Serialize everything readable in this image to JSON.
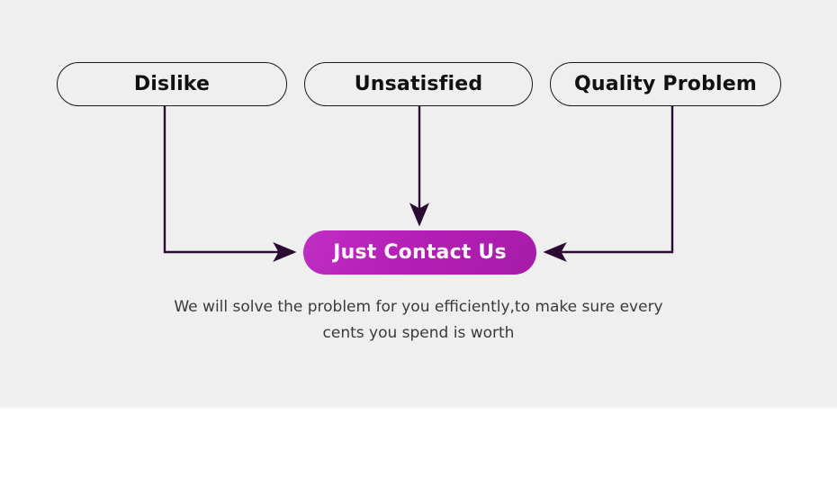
{
  "panel": {
    "background_color": "#efefef",
    "page_background_color": "#ffffff"
  },
  "reasons": [
    {
      "id": "dislike",
      "label": "Dislike"
    },
    {
      "id": "unsatisfied",
      "label": "Unsatisfied"
    },
    {
      "id": "quality-problem",
      "label": "Quality Problem"
    }
  ],
  "cta": {
    "label": "Just Contact Us",
    "fill_color": "#b41fb6",
    "text_color": "#fdf7fd"
  },
  "connectors": {
    "stroke_color": "#2b0b33",
    "arrow_color": "#2b0b33"
  },
  "subtitle": {
    "line1": "We will solve the problem for you efficiently,to make sure every",
    "line2": "cents you spend is worth",
    "text_color": "#3a3a3a"
  }
}
